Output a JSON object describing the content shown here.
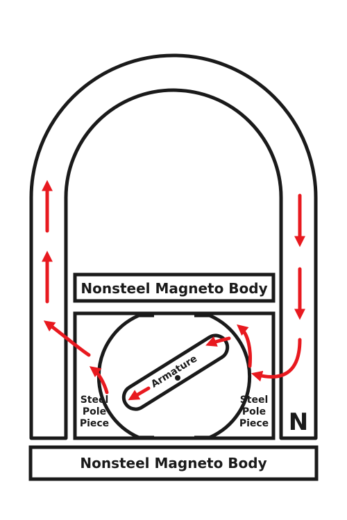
{
  "diagram": {
    "top_body_label": "Nonsteel Magneto Body",
    "bottom_body_label": "Nonsteel Magneto Body",
    "left_pole": {
      "line1": "Steel",
      "line2": "Pole",
      "line3": "Piece"
    },
    "right_pole": {
      "line1": "Steel",
      "line2": "Pole",
      "line3": "Piece"
    },
    "armature_label": "Armature",
    "north_label": "N"
  },
  "colors": {
    "outline": "#1a1a1a",
    "flux_arrow": "#e8191f",
    "background": "#ffffff"
  }
}
